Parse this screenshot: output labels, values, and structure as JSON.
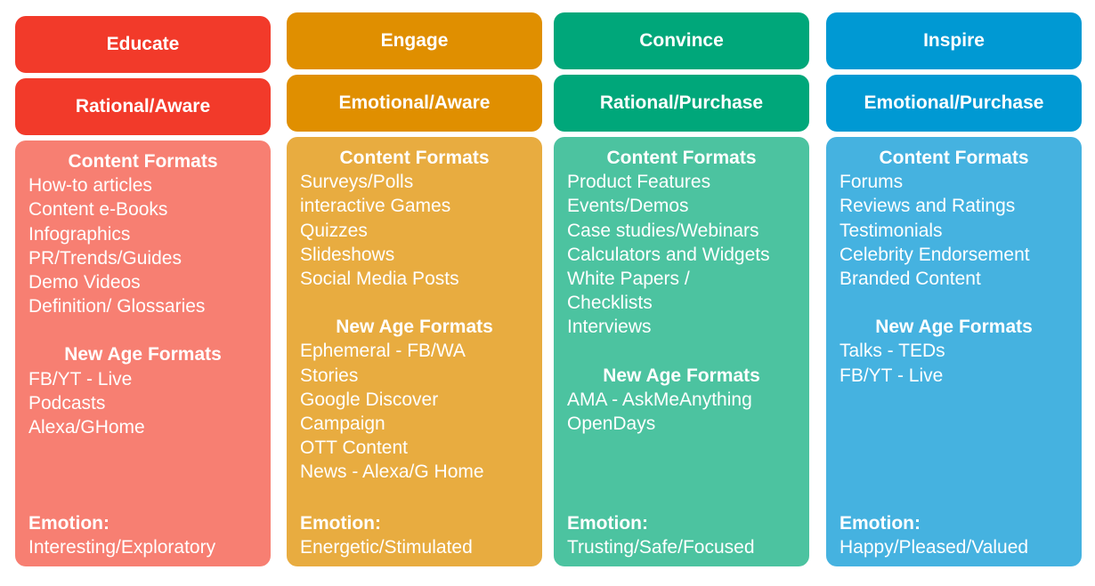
{
  "columns": [
    {
      "title": "Educate",
      "subtitle": "Rational/Aware",
      "colors": {
        "header": "#F23A2A",
        "body": "#F77F72"
      },
      "content_heading": "Content Formats",
      "content_formats": [
        "How-to articles",
        "Content e-Books",
        "Infographics",
        "PR/Trends/Guides",
        "Demo Videos",
        "Definition/ Glossaries"
      ],
      "new_age_heading": "New Age Formats",
      "new_age_formats": [
        "FB/YT - Live",
        "Podcasts",
        "Alexa/GHome"
      ],
      "emotion_label": "Emotion:",
      "emotion": "Interesting/Exploratory"
    },
    {
      "title": "Engage",
      "subtitle": "Emotional/Aware",
      "colors": {
        "header": "#E08F00",
        "body": "#E8AC40"
      },
      "content_heading": "Content Formats",
      "content_formats": [
        "Surveys/Polls",
        "interactive Games",
        "Quizzes",
        "Slideshows",
        "Social Media Posts"
      ],
      "new_age_heading": "New Age Formats",
      "new_age_formats": [
        "Ephemeral - FB/WA",
        "Stories",
        "Google Discover",
        "Campaign",
        "OTT Content",
        "News - Alexa/G Home"
      ],
      "emotion_label": "Emotion:",
      "emotion": "Energetic/Stimulated"
    },
    {
      "title": "Convince",
      "subtitle": "Rational/Purchase",
      "colors": {
        "header": "#00A77A",
        "body": "#4CC3A0"
      },
      "content_heading": "Content Formats",
      "content_formats": [
        "Product Features",
        "Events/Demos",
        "Case studies/Webinars",
        "Calculators and Widgets",
        "White Papers /",
        "Checklists",
        "Interviews"
      ],
      "new_age_heading": "New Age Formats",
      "new_age_formats": [
        "AMA - AskMeAnything",
        "OpenDays"
      ],
      "emotion_label": "Emotion:",
      "emotion": "Trusting/Safe/Focused"
    },
    {
      "title": "Inspire",
      "subtitle": "Emotional/Purchase",
      "colors": {
        "header": "#0099D3",
        "body": "#45B2E0"
      },
      "content_heading": "Content Formats",
      "content_formats": [
        "Forums",
        "Reviews and Ratings",
        "Testimonials",
        "Celebrity Endorsement",
        "Branded Content"
      ],
      "new_age_heading": "New Age Formats",
      "new_age_formats": [
        "Talks - TEDs",
        "FB/YT - Live"
      ],
      "emotion_label": "Emotion:",
      "emotion": "Happy/Pleased/Valued"
    }
  ]
}
